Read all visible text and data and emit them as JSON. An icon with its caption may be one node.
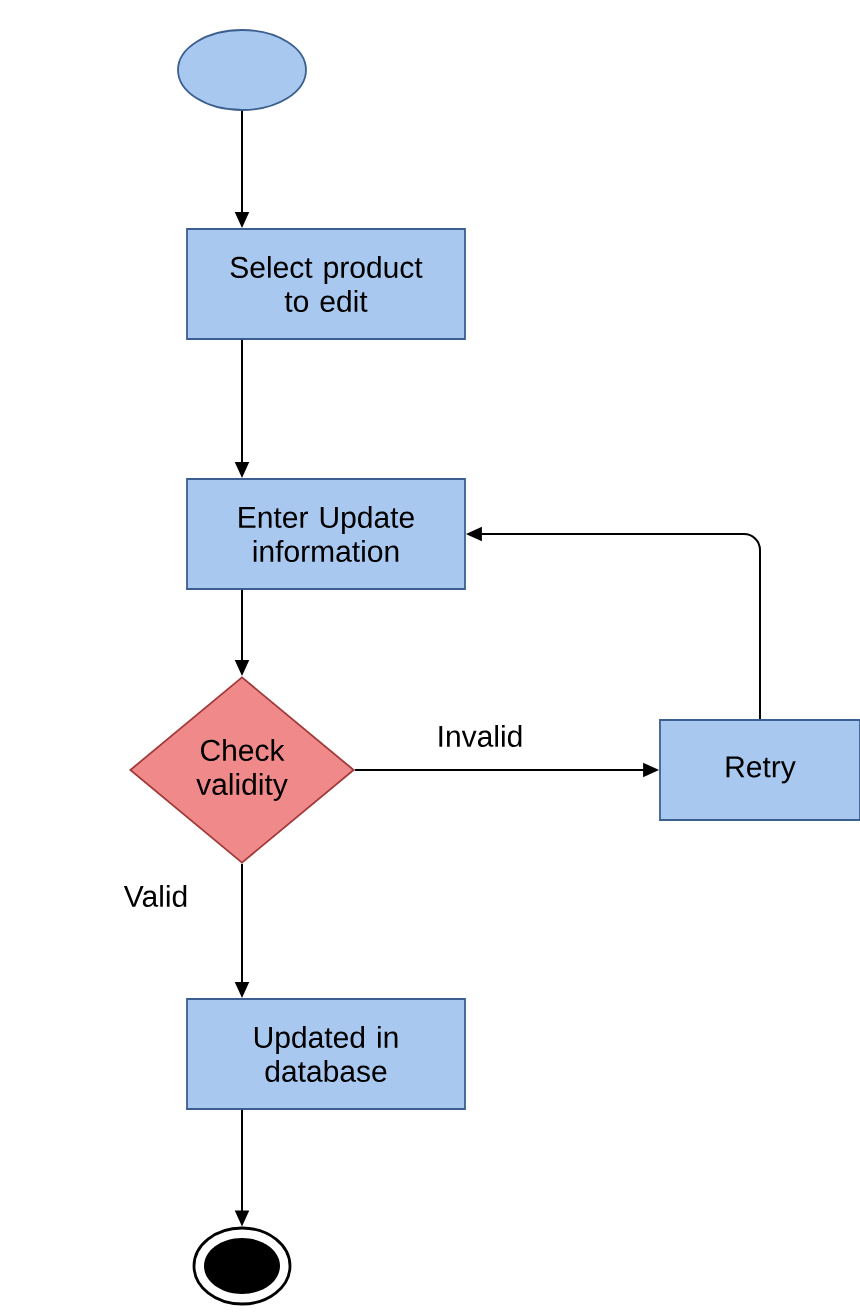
{
  "diagram": {
    "nodes": [
      {
        "text": [],
        "shape": "ellipse"
      },
      {
        "text": [
          "Select product to edit"
        ]
      },
      {
        "text": [
          "Enter Update information"
        ]
      },
      {
        "text": [
          "Check validity"
        ]
      },
      {
        "text": [
          "Retry"
        ]
      },
      {
        "text": [
          "Updated in database"
        ]
      },
      {
        "text": [],
        "shape": "circle"
      }
    ],
    "edges": [
      {
        "from": 0,
        "to": 1,
        "arrow": "to"
      },
      {
        "from": 1,
        "to": 2,
        "arrow": "to"
      },
      {
        "from": 2,
        "to": 3,
        "arrow": "to"
      },
      {
        "from": 3,
        "to": 4,
        "arrow": "to",
        "label": "Invalid"
      },
      {
        "from": 4,
        "to": 2,
        "arrow": "to"
      },
      {
        "from": 3,
        "to": 5,
        "arrow": "to",
        "label": "Valid"
      },
      {
        "from": 5,
        "to": 6,
        "arrow": "to"
      }
    ]
  }
}
